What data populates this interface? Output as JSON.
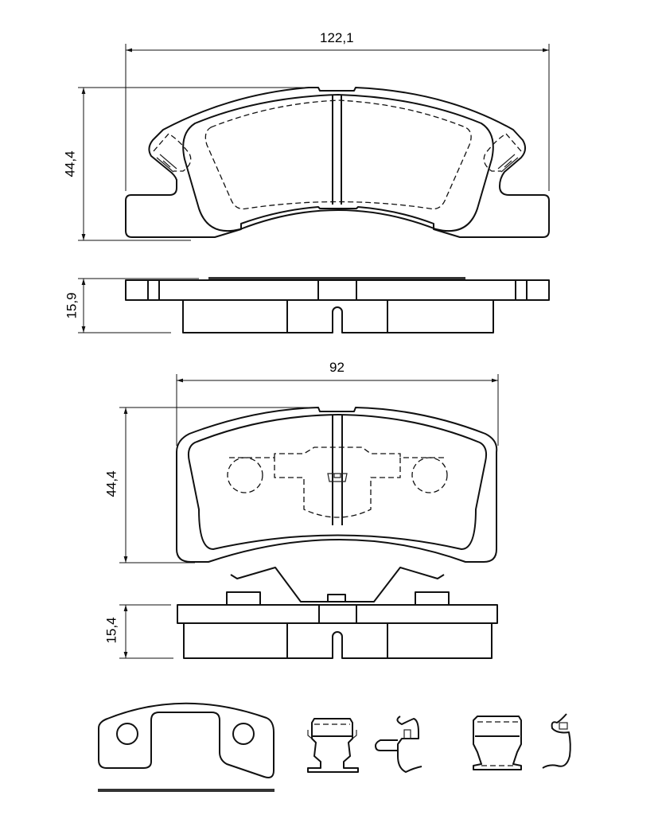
{
  "dimensions": {
    "pad1_width": "122,1",
    "pad1_height": "44,4",
    "pad1_thickness": "15,9",
    "pad2_width": "92",
    "pad2_height": "44,4",
    "pad2_thickness": "15,4"
  }
}
